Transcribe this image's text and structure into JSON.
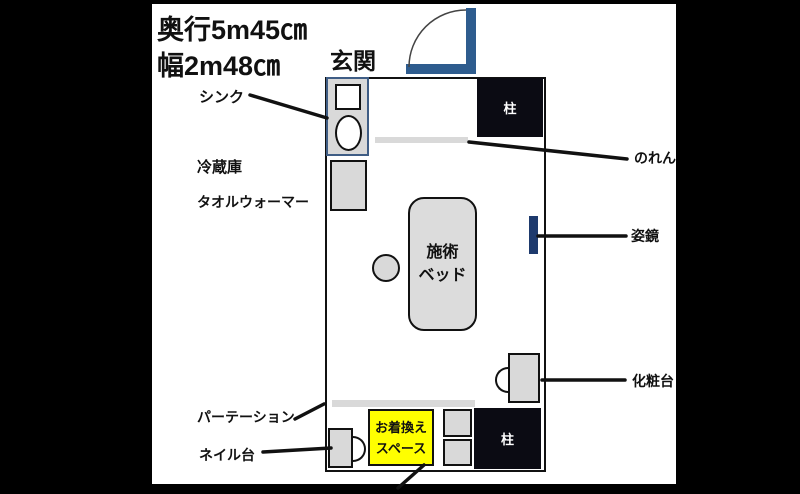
{
  "dimensions": {
    "depth": "奥行5m45㎝",
    "width": "幅2m48㎝"
  },
  "labels": {
    "entrance": "玄関",
    "sink": "シンク",
    "fridge": "冷蔵庫",
    "towel_warmer": "タオルウォーマー",
    "noren": "のれん",
    "mirror": "姿鏡",
    "dresser": "化粧台",
    "partition": "パーテーション",
    "nail_table": "ネイル台",
    "pillar": "柱"
  },
  "bed": {
    "line1": "施術",
    "line2": "ベッド"
  },
  "changing_space": {
    "line1": "お着換え",
    "line2": "スペース"
  },
  "colors": {
    "door_blue": "#2e5c8e",
    "mirror_navy": "#1e3a6d",
    "sink_border_blue": "#3f5d85",
    "furniture_gray": "#d9d9d9",
    "changing_yellow": "#ffff00",
    "pillar_black": "#0b0b13",
    "background": "#000000"
  }
}
